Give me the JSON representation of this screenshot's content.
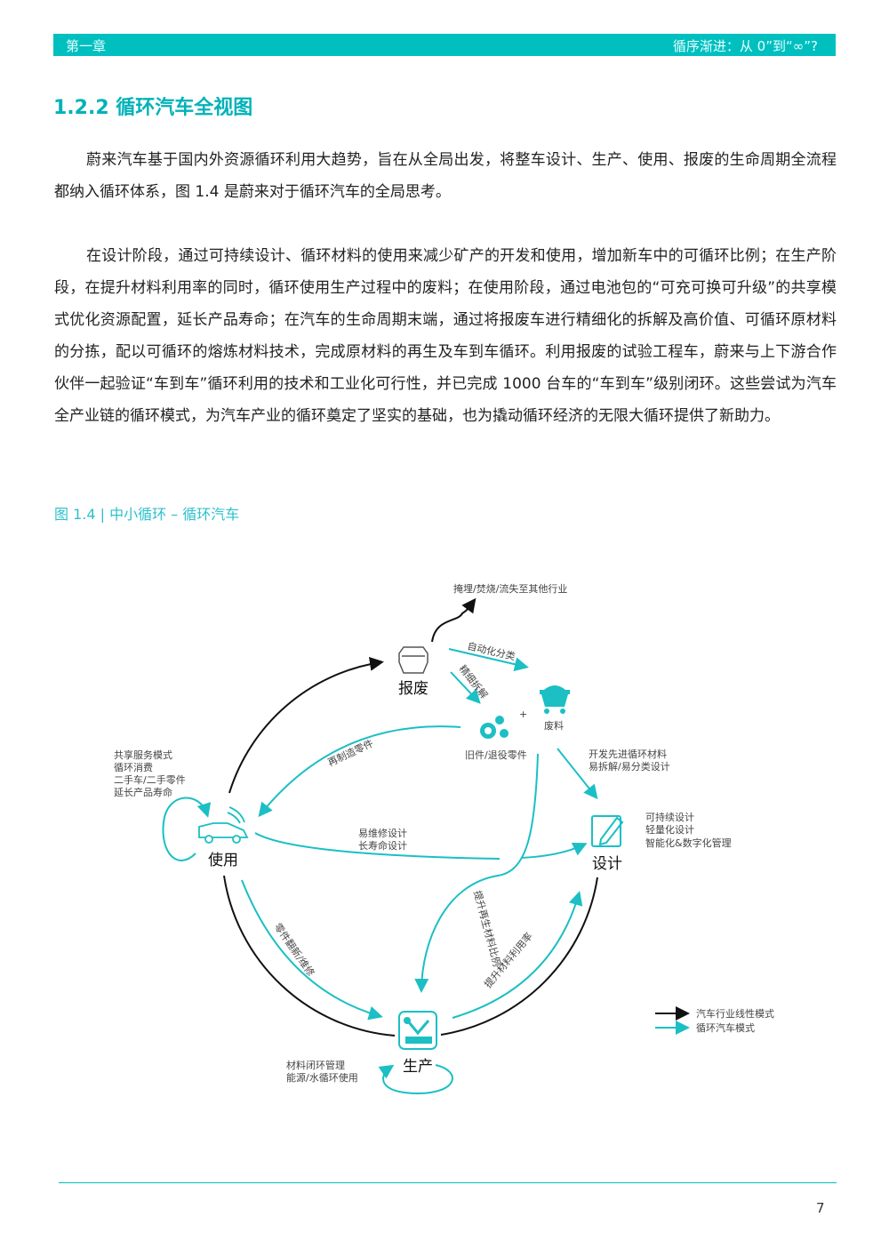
{
  "header": {
    "chapter": "第一章",
    "section_title": "循序渐进：从 0”到“∞”?"
  },
  "title": "1.2.2 循环汽车全视图",
  "paragraphs": [
    "蔚来汽车基于国内外资源循环利用大趋势，旨在从全局出发，将整车设计、生产、使用、报废的生命周期全流程都纳入循环体系，图 1.4 是蔚来对于循环汽车的全局思考。",
    "在设计阶段，通过可持续设计、循环材料的使用来减少矿产的开发和使用，增加新车中的可循环比例；在生产阶段，在提升材料利用率的同时，循环使用生产过程中的废料；在使用阶段，通过电池包的“可充可换可升级”的共享模式优化资源配置，延长产品寿命；在汽车的生命周期末端，通过将报废车进行精细化的拆解及高价值、可循环原材料的分拣，配以可循环的熔炼材料技术，完成原材料的再生及车到车循环。利用报废的试验工程车，蔚来与上下游合作伙伴一起验证“车到车”循环利用的技术和工业化可行性，并已完成 1000 台车的“车到车”级别闭环。这些尝试为汽车全产业链的循环模式，为汽车产业的循环奠定了坚实的基础，也为撬动循环经济的无限大循环提供了新助力。"
  ],
  "caption": "图 1.4 | 中小循环 – 循环汽车",
  "diagram": {
    "nodes": {
      "scrap": "报废",
      "use": "使用",
      "design": "设计",
      "production": "生产",
      "waste": "废料",
      "parts": "旧件/退役零件"
    },
    "labels": {
      "landfill": "掩埋/焚烧/流失至其他行业",
      "auto_sort": "自动化分类",
      "fine_dismantle": "精细拆解",
      "plus": "+",
      "remanufacture": "再制造零件",
      "use_notes": [
        "共享服务模式",
        "循环消费",
        "二手车/二手零件",
        "延长产品寿命"
      ],
      "design_dev": [
        "开发先进循环材料",
        "易拆解/易分类设计"
      ],
      "design_notes": [
        "可持续设计",
        "轻量化设计",
        "智能化&数字化管理"
      ],
      "repair_design": [
        "易维修设计",
        "长寿命设计"
      ],
      "recycle_ratio": "提升再生材料比例",
      "refurbish": "零件翻新/维修",
      "material_util": "提升材料利用率",
      "prod_notes": [
        "材料闭环管理",
        "能源/水循环使用"
      ]
    },
    "legend": [
      {
        "label": "汽车行业线性模式",
        "color": "#111111"
      },
      {
        "label": "循环汽车模式",
        "color": "#1bbfc4"
      }
    ]
  },
  "page_number": "7",
  "colors": {
    "accent": "#00bfbf",
    "teal": "#1bbfc4"
  }
}
